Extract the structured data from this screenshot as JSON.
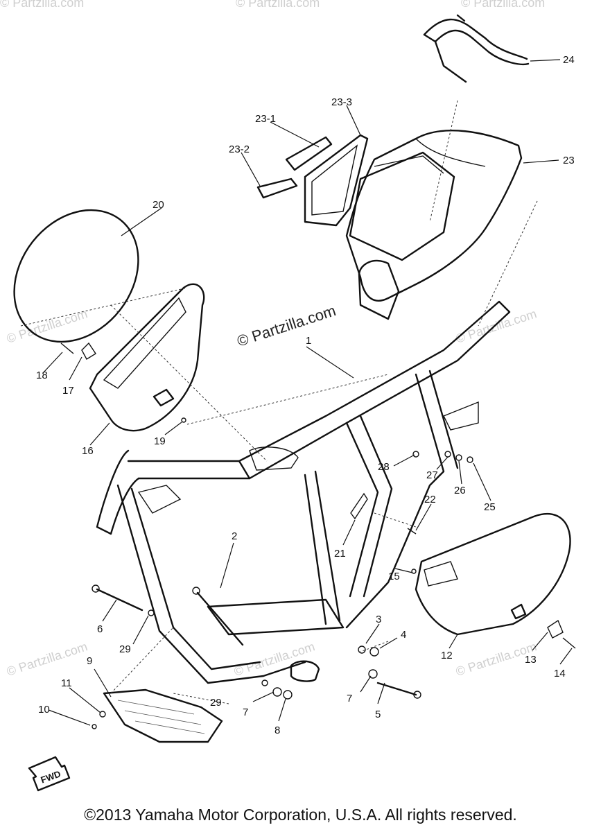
{
  "watermarks": {
    "center": "© Partzilla.com",
    "side": "© Partzilla.com"
  },
  "callouts": [
    "1",
    "2",
    "3",
    "4",
    "5",
    "6",
    "7",
    "7",
    "8",
    "9",
    "10",
    "11",
    "12",
    "13",
    "14",
    "15",
    "16",
    "17",
    "18",
    "19",
    "20",
    "21",
    "22",
    "23",
    "23-1",
    "23-2",
    "23-3",
    "24",
    "25",
    "26",
    "27",
    "28",
    "29",
    "29"
  ],
  "fwd_label": "FWD",
  "copyright": "©2013 Yamaha Motor Corporation, U.S.A. All rights reserved."
}
